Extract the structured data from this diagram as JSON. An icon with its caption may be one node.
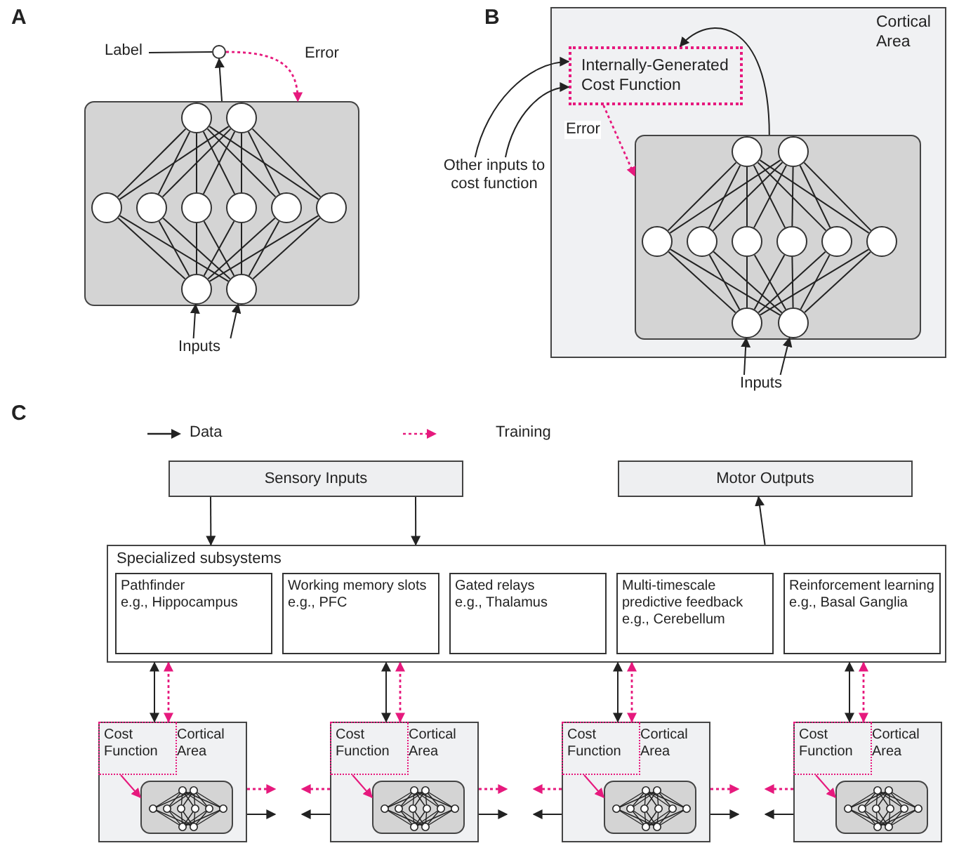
{
  "diagram": {
    "nodes": [
      {
        "text": [
          "Label"
        ]
      },
      {
        "text": [],
        "shape": "circle"
      },
      {
        "text": [],
        "shape": "box"
      },
      {
        "text": [],
        "shape": "circle",
        "in": 2
      },
      {
        "text": [],
        "shape": "circle",
        "in": 2
      },
      {
        "text": [],
        "shape": "circle",
        "in": 2
      },
      {
        "text": [],
        "shape": "circle",
        "in": 2
      },
      {
        "text": [],
        "shape": "circle",
        "in": 2
      },
      {
        "text": [],
        "shape": "circle",
        "in": 2
      },
      {
        "text": [],
        "shape": "circle",
        "in": 2
      },
      {
        "text": [],
        "shape": "circle",
        "in": 2
      },
      {
        "text": [],
        "shape": "circle",
        "in": 2
      },
      {
        "text": [],
        "shape": "circle",
        "in": 2
      },
      {
        "text": [
          "Inputs"
        ]
      },
      {
        "text": [
          "Other inputs to cost function"
        ]
      },
      {
        "text": [
          "Cortical Area"
        ]
      },
      {
        "text": [
          "Internally-Generated Cost Function"
        ],
        "in": 15
      },
      {
        "text": [],
        "shape": "box",
        "in": 15
      },
      {
        "text": [],
        "shape": "circle",
        "in": 17
      },
      {
        "text": [],
        "shape": "circle",
        "in": 17
      },
      {
        "text": [],
        "shape": "circle",
        "in": 17
      },
      {
        "text": [],
        "shape": "circle",
        "in": 17
      },
      {
        "text": [],
        "shape": "circle",
        "in": 17
      },
      {
        "text": [],
        "shape": "circle",
        "in": 17
      },
      {
        "text": [],
        "shape": "circle",
        "in": 17
      },
      {
        "text": [],
        "shape": "circle",
        "in": 17
      },
      {
        "text": [],
        "shape": "circle",
        "in": 17
      },
      {
        "text": [],
        "shape": "circle",
        "in": 17
      },
      {
        "text": [
          "Inputs"
        ]
      },
      {
        "text": [
          "Sensory Inputs"
        ]
      },
      {
        "text": [
          "Motor Outputs"
        ]
      },
      {
        "text": [
          "Specialized subsystems"
        ]
      },
      {
        "text": [
          "Pathfinder",
          "e.g., Hippocampus"
        ],
        "in": 31
      },
      {
        "text": [
          "Working memory slots",
          "e.g., PFC"
        ],
        "in": 31
      },
      {
        "text": [
          "Gated relays",
          "e.g., Thalamus"
        ],
        "in": 31
      },
      {
        "text": [
          "Multi-timescale predictive feedback",
          "e.g., Cerebellum"
        ],
        "in": 31
      },
      {
        "text": [
          "Reinforcement learning",
          "e.g., Basal Ganglia"
        ],
        "in": 31
      },
      {
        "text": [
          "Cortical Area"
        ]
      },
      {
        "text": [
          "Cost Function"
        ],
        "in": 37
      },
      {
        "text": [],
        "shape": "box",
        "in": 37
      },
      {
        "text": [
          "Cortical Area"
        ]
      },
      {
        "text": [
          "Cost Function"
        ],
        "in": 40
      },
      {
        "text": [],
        "shape": "box",
        "in": 40
      },
      {
        "text": [
          "Cortical Area"
        ]
      },
      {
        "text": [
          "Cost Function"
        ],
        "in": 43
      },
      {
        "text": [],
        "shape": "box",
        "in": 43
      },
      {
        "text": [
          "Cortical Area"
        ]
      },
      {
        "text": [
          "Cost Function"
        ],
        "in": 46
      },
      {
        "text": [],
        "shape": "box",
        "in": 46
      }
    ],
    "edges": [
      {
        "from": 0,
        "to": 1,
        "arrow": "none"
      },
      {
        "from": 2,
        "to": 1,
        "arrow": "to"
      },
      {
        "from": 1,
        "to": 2,
        "arrow": "to",
        "label": "Error",
        "style": "dashed",
        "color": "#e6197d"
      },
      {
        "from": 3,
        "to": 5,
        "arrow": "none"
      },
      {
        "from": 3,
        "to": 6,
        "arrow": "none"
      },
      {
        "from": 3,
        "to": 7,
        "arrow": "none"
      },
      {
        "from": 3,
        "to": 8,
        "arrow": "none"
      },
      {
        "from": 3,
        "to": 9,
        "arrow": "none"
      },
      {
        "from": 3,
        "to": 10,
        "arrow": "none"
      },
      {
        "from": 4,
        "to": 5,
        "arrow": "none"
      },
      {
        "from": 4,
        "to": 6,
        "arrow": "none"
      },
      {
        "from": 4,
        "to": 7,
        "arrow": "none"
      },
      {
        "from": 4,
        "to": 8,
        "arrow": "none"
      },
      {
        "from": 4,
        "to": 9,
        "arrow": "none"
      },
      {
        "from": 4,
        "to": 10,
        "arrow": "none"
      },
      {
        "from": 5,
        "to": 11,
        "arrow": "none"
      },
      {
        "from": 5,
        "to": 12,
        "arrow": "none"
      },
      {
        "from": 6,
        "to": 11,
        "arrow": "none"
      },
      {
        "from": 6,
        "to": 12,
        "arrow": "none"
      },
      {
        "from": 7,
        "to": 11,
        "arrow": "none"
      },
      {
        "from": 7,
        "to": 12,
        "arrow": "none"
      },
      {
        "from": 8,
        "to": 11,
        "arrow": "none"
      },
      {
        "from": 8,
        "to": 12,
        "arrow": "none"
      },
      {
        "from": 9,
        "to": 11,
        "arrow": "none"
      },
      {
        "from": 9,
        "to": 12,
        "arrow": "none"
      },
      {
        "from": 10,
        "to": 11,
        "arrow": "none"
      },
      {
        "from": 10,
        "to": 12,
        "arrow": "none"
      },
      {
        "from": 13,
        "to": 11,
        "arrow": "to"
      },
      {
        "from": 13,
        "to": 12,
        "arrow": "to"
      },
      {
        "from": 14,
        "to": 16,
        "arrow": "to"
      },
      {
        "from": 14,
        "to": 16,
        "arrow": "to"
      },
      {
        "from": 17,
        "to": 16,
        "arrow": "to"
      },
      {
        "from": 16,
        "to": 17,
        "arrow": "to",
        "label": "Error",
        "style": "dashed",
        "color": "#e6197d"
      },
      {
        "from": 18,
        "to": 20,
        "arrow": "none"
      },
      {
        "from": 18,
        "to": 21,
        "arrow": "none"
      },
      {
        "from": 18,
        "to": 22,
        "arrow": "none"
      },
      {
        "from": 18,
        "to": 23,
        "arrow": "none"
      },
      {
        "from": 18,
        "to": 24,
        "arrow": "none"
      },
      {
        "from": 18,
        "to": 25,
        "arrow": "none"
      },
      {
        "from": 19,
        "to": 20,
        "arrow": "none"
      },
      {
        "from": 19,
        "to": 21,
        "arrow": "none"
      },
      {
        "from": 19,
        "to": 22,
        "arrow": "none"
      },
      {
        "from": 19,
        "to": 23,
        "arrow": "none"
      },
      {
        "from": 19,
        "to": 24,
        "arrow": "none"
      },
      {
        "from": 19,
        "to": 25,
        "arrow": "none"
      },
      {
        "from": 20,
        "to": 26,
        "arrow": "none"
      },
      {
        "from": 20,
        "to": 27,
        "arrow": "none"
      },
      {
        "from": 21,
        "to": 26,
        "arrow": "none"
      },
      {
        "from": 21,
        "to": 27,
        "arrow": "none"
      },
      {
        "from": 22,
        "to": 26,
        "arrow": "none"
      },
      {
        "from": 22,
        "to": 27,
        "arrow": "none"
      },
      {
        "from": 23,
        "to": 26,
        "arrow": "none"
      },
      {
        "from": 23,
        "to": 27,
        "arrow": "none"
      },
      {
        "from": 24,
        "to": 26,
        "arrow": "none"
      },
      {
        "from": 24,
        "to": 27,
        "arrow": "none"
      },
      {
        "from": 25,
        "to": 26,
        "arrow": "none"
      },
      {
        "from": 25,
        "to": 27,
        "arrow": "none"
      },
      {
        "from": 28,
        "to": 26,
        "arrow": "to"
      },
      {
        "from": 28,
        "to": 27,
        "arrow": "to"
      },
      {
        "from": 29,
        "to": 31,
        "arrow": "to"
      },
      {
        "from": 29,
        "to": 31,
        "arrow": "to"
      },
      {
        "from": 31,
        "to": 30,
        "arrow": "to"
      },
      {
        "from": 31,
        "to": 37,
        "arrow": "both"
      },
      {
        "from": 31,
        "to": 37,
        "arrow": "both",
        "style": "dashed",
        "color": "#e6197d"
      },
      {
        "from": 31,
        "to": 40,
        "arrow": "both"
      },
      {
        "from": 31,
        "to": 40,
        "arrow": "both",
        "style": "dashed",
        "color": "#e6197d"
      },
      {
        "from": 31,
        "to": 43,
        "arrow": "both"
      },
      {
        "from": 31,
        "to": 43,
        "arrow": "both",
        "style": "dashed",
        "color": "#e6197d"
      },
      {
        "from": 31,
        "to": 46,
        "arrow": "both"
      },
      {
        "from": 31,
        "to": 46,
        "arrow": "both",
        "style": "dashed",
        "color": "#e6197d"
      },
      {
        "from": 38,
        "to": 39,
        "arrow": "to",
        "color": "#e6197d"
      },
      {
        "from": 41,
        "to": 42,
        "arrow": "to",
        "color": "#e6197d"
      },
      {
        "from": 44,
        "to": 45,
        "arrow": "to",
        "color": "#e6197d"
      },
      {
        "from": 47,
        "to": 48,
        "arrow": "to",
        "color": "#e6197d"
      },
      {
        "from": 37,
        "to": null,
        "arrow": "to",
        "style": "dashed",
        "color": "#e6197d"
      },
      {
        "from": 40,
        "to": null,
        "arrow": "to",
        "style": "dashed",
        "color": "#e6197d"
      },
      {
        "from": 37,
        "to": null,
        "arrow": "to"
      },
      {
        "from": 40,
        "to": null,
        "arrow": "to"
      },
      {
        "from": 40,
        "to": null,
        "arrow": "to",
        "style": "dashed",
        "color": "#e6197d"
      },
      {
        "from": 43,
        "to": null,
        "arrow": "to",
        "style": "dashed",
        "color": "#e6197d"
      },
      {
        "from": 40,
        "to": null,
        "arrow": "to"
      },
      {
        "from": 43,
        "to": null,
        "arrow": "to"
      },
      {
        "from": 43,
        "to": null,
        "arrow": "to",
        "style": "dashed",
        "color": "#e6197d"
      },
      {
        "from": 46,
        "to": null,
        "arrow": "to",
        "style": "dashed",
        "color": "#e6197d"
      },
      {
        "from": 43,
        "to": null,
        "arrow": "to"
      },
      {
        "from": 46,
        "to": null,
        "arrow": "to"
      }
    ],
    "labels": [
      "A",
      "B",
      "C"
    ],
    "legend": [
      {
        "text": "Data"
      },
      {
        "text": "Training"
      }
    ]
  }
}
